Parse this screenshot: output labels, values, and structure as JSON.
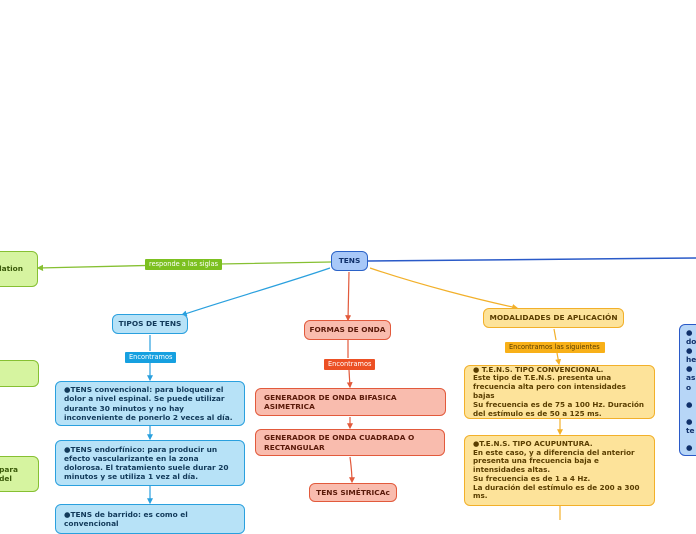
{
  "colors": {
    "blue": "#2aa0de",
    "red": "#e25a3c",
    "yellow": "#f2b02a",
    "green": "#86c032",
    "navy": "#2a5ac8"
  },
  "root": {
    "label": "TENS"
  },
  "left_branch": {
    "edge_label": "responde a las siglas",
    "node1": "ulation",
    "node2": "",
    "node3": "para\ndel"
  },
  "tipos": {
    "title": "TIPOS DE TENS",
    "edge_label": "Encontramos",
    "items": [
      "●TENS convencional: para bloquear el dolor a nivel espinal. Se puede utilizar durante 30 minutos y no hay inconveniente de ponerlo 2 veces al día.",
      "●TENS endorfínico: para producir un efecto vascularizante en la zona dolorosa. El tratamiento suele durar 20 minutos y se utiliza 1 vez al día.",
      "●TENS de barrido: es como el convencional"
    ]
  },
  "formas": {
    "title": "FORMAS DE ONDA",
    "edge_label": "Encontramos",
    "items": [
      "GENERADOR DE ONDA BIFASICA ASIMETRICA",
      "GENERADOR DE ONDA CUADRADA O RECTANGULAR",
      "TENS SIMÉTRICAc"
    ]
  },
  "modalidades": {
    "title": "MODALIDADES DE APLICACIÓN",
    "edge_label": "Encontramos las siguientes",
    "items": [
      "● T.E.N.S. TIPO CONVENCIONAL.\nEste tipo de T.E.N.S. presenta una frecuencia alta pero con intensidades bajas\nSu frecuencia es de 75 a 100 Hz. Duración del estímulo es de 50 a 125 ms.",
      "●T.E.N.S. TIPO ACUPUNTURA.\nEn este caso, y a diferencia del anterior presenta una frecuencia baja e intensidades altas.\nSu frecuencia es de 1 a 4 Hz.\nLa duración del estímulo es de 200 a 300 ms."
    ]
  },
  "right_node": {
    "lines": [
      "●",
      "do",
      "●",
      "he",
      "●",
      "as",
      "o",
      "",
      "●",
      "",
      "●",
      "te",
      "",
      "●"
    ]
  }
}
